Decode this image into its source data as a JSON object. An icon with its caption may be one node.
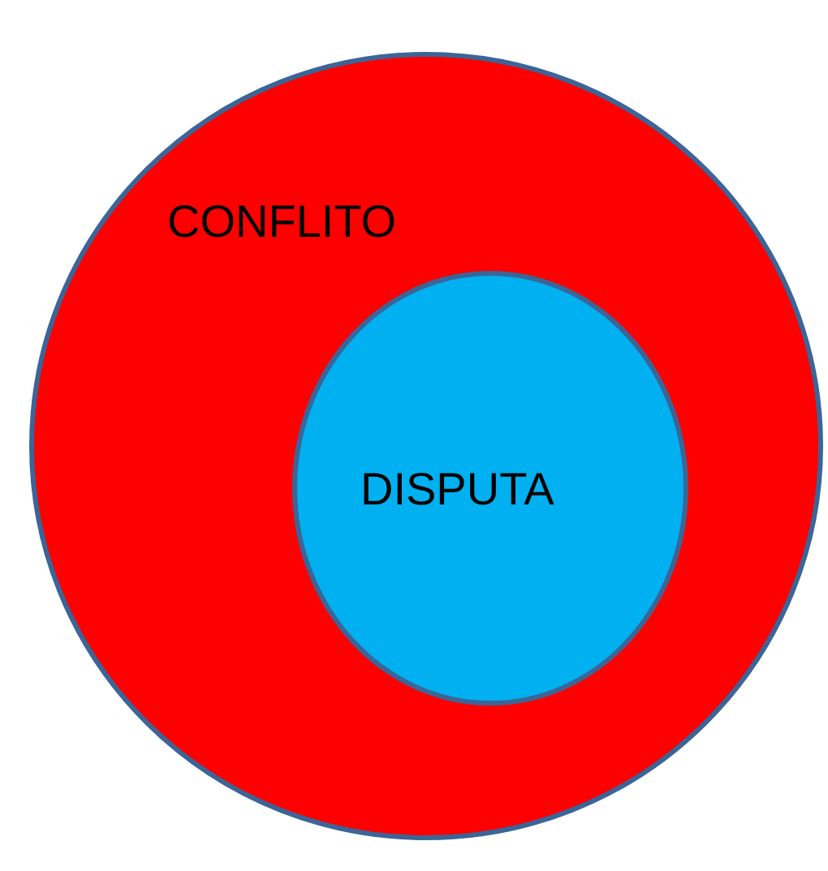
{
  "diagram": {
    "nodes": [
      {
        "text": [
          "CONFLITO"
        ]
      },
      {
        "text": [
          "DISPUTA"
        ],
        "in": 0
      }
    ]
  }
}
